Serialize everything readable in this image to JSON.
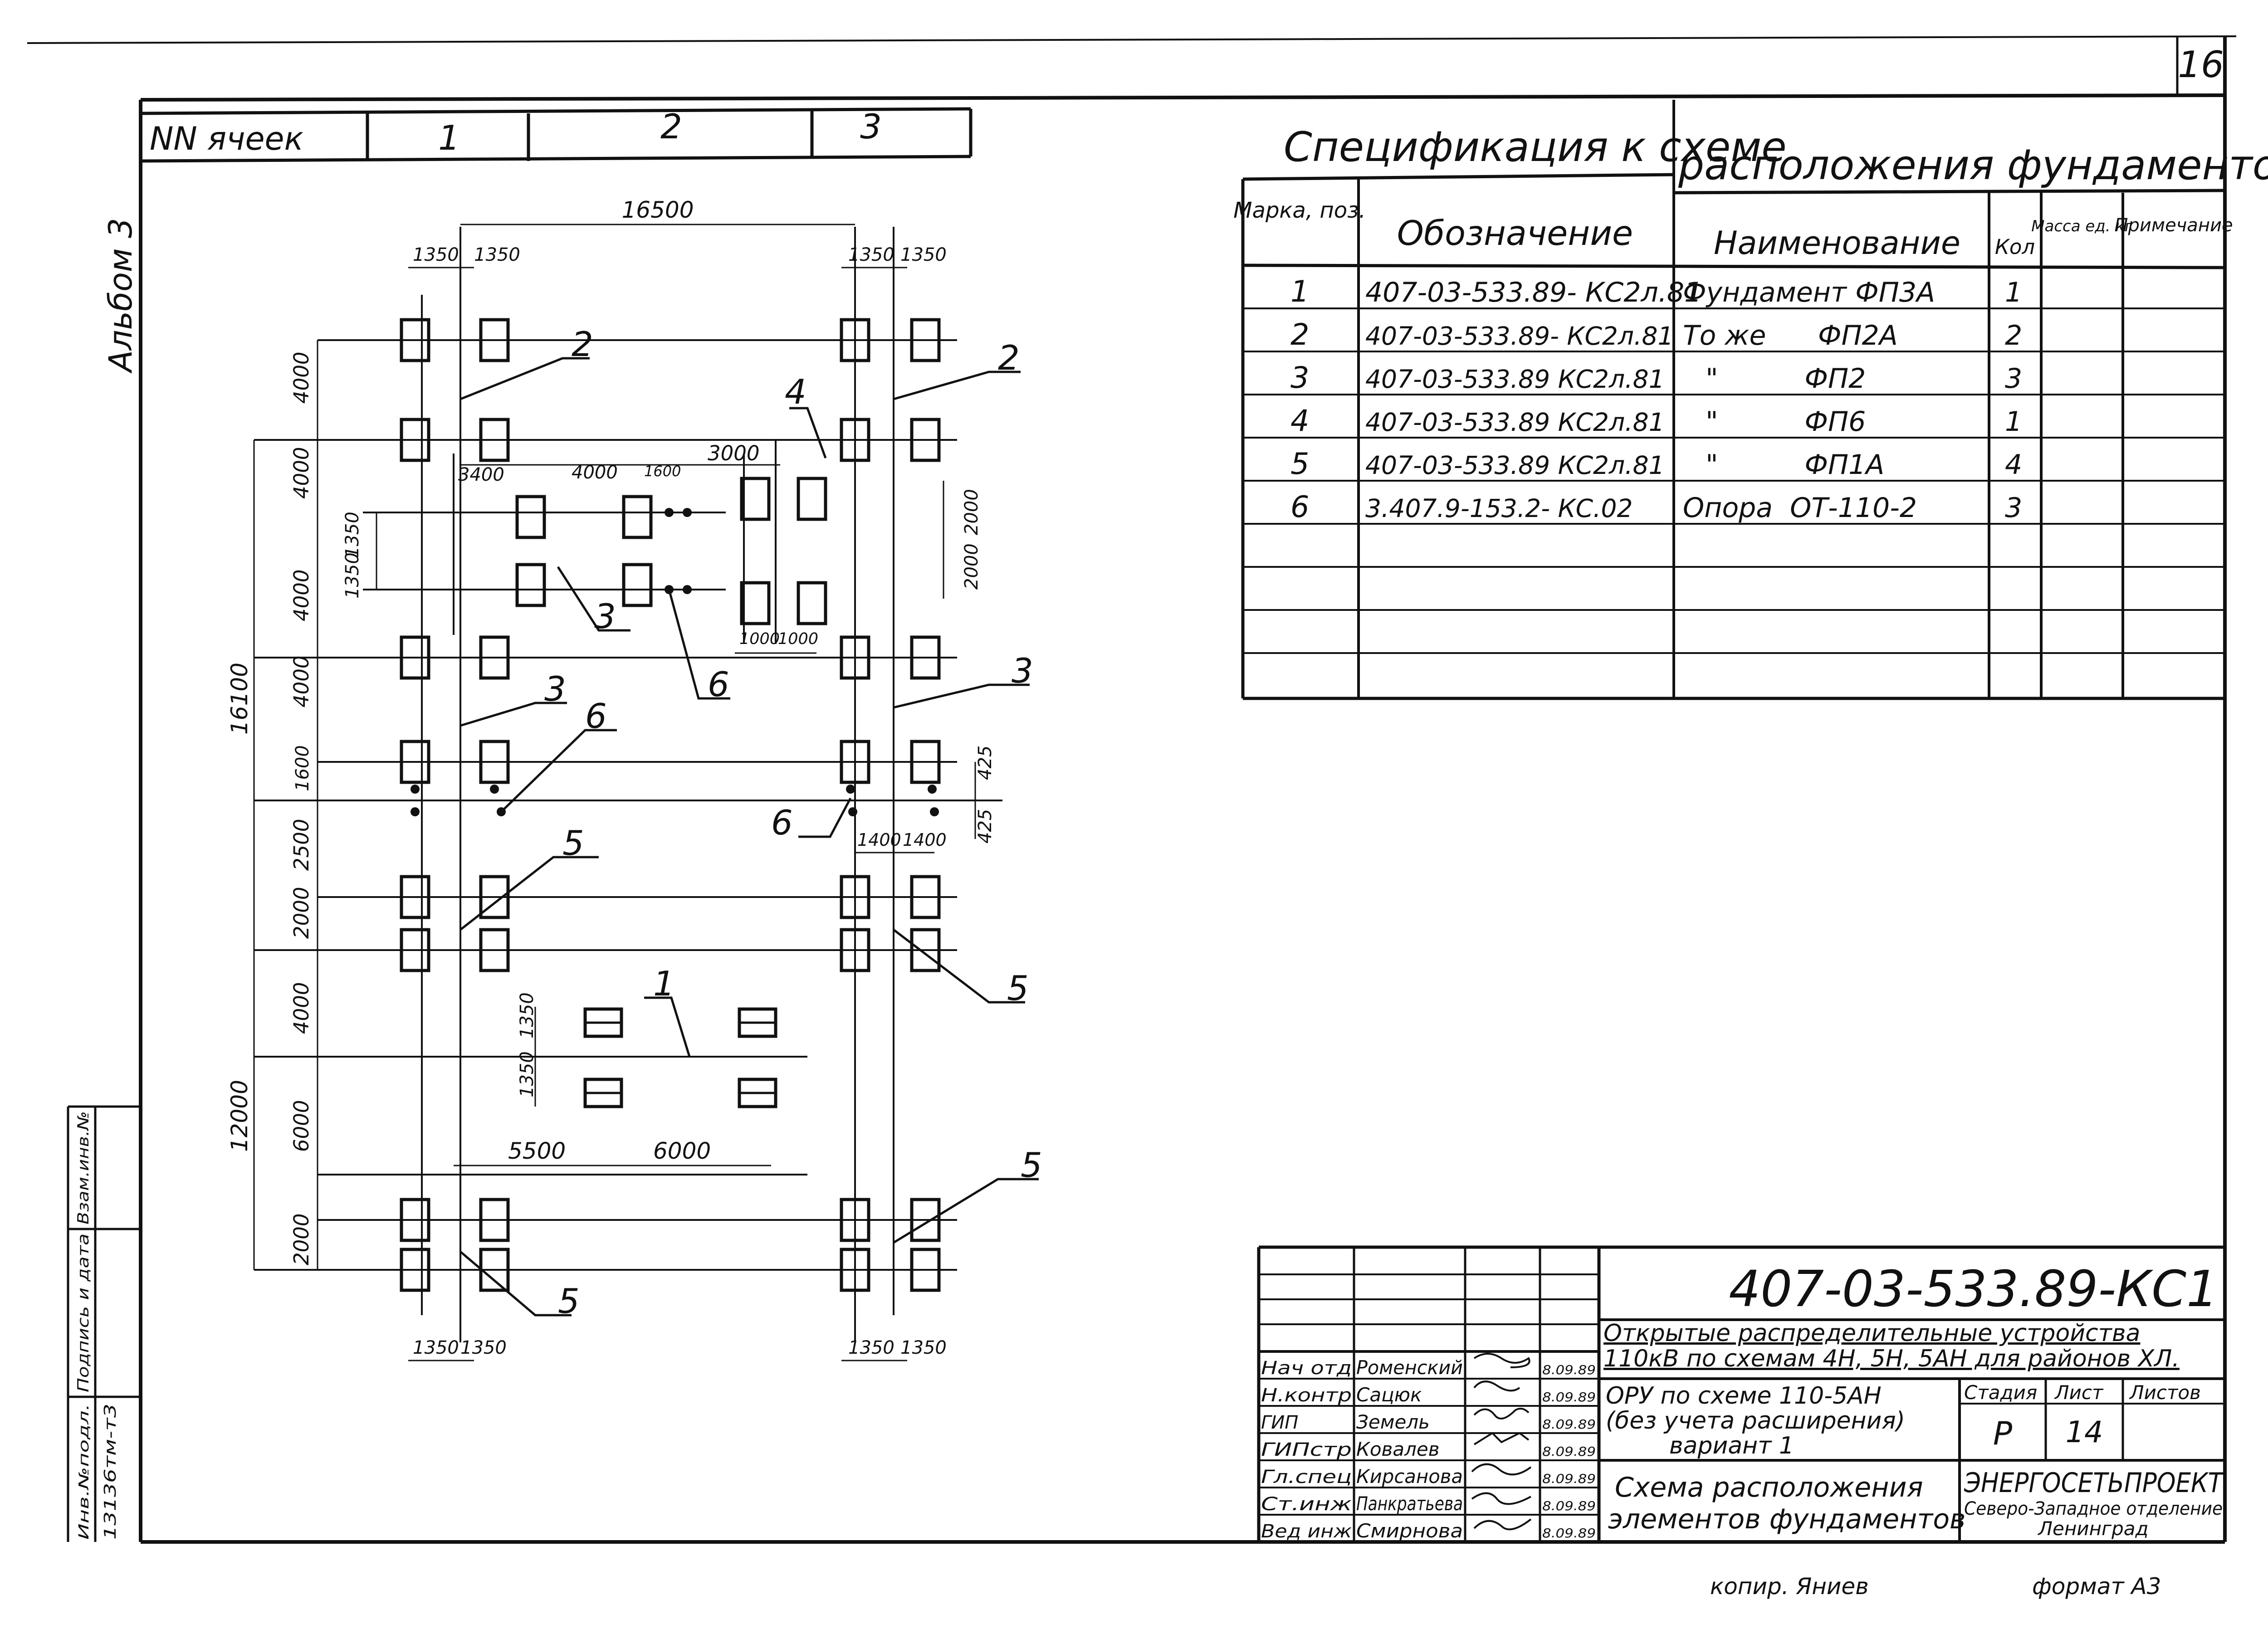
{
  "sheet_number": "16",
  "album_label": "Альбом 3",
  "cells_header": {
    "label": "NN ячеек",
    "cells": [
      "1",
      "2",
      "3"
    ]
  },
  "dims": {
    "top_total": "16500",
    "pair": "1350",
    "left_total_upper": "16100",
    "left_total_lower": "12000",
    "v4000": "4000",
    "v1350": "1350",
    "v1600": "1600",
    "v2500": "2500",
    "v2000": "2000",
    "v6000": "6000",
    "h3400": "3400",
    "h4000": "4000",
    "h1600": "1600",
    "h3000": "3000",
    "h1000": "1000",
    "h1400": "1400",
    "h425": "425",
    "h5500": "5500",
    "h6000": "6000"
  },
  "callouts": [
    "1",
    "2",
    "3",
    "4",
    "5",
    "6"
  ],
  "spec": {
    "title_left": "Спецификация к схеме",
    "title_right": "расположения фундаментов",
    "headers": [
      "Марка, поз.",
      "Обозначение",
      "Наименование",
      "Кол",
      "Масса ед. кг",
      "Примечание"
    ],
    "rows": [
      [
        "1",
        "407-03-533.89- КС2л.81",
        "Фундамент ФП3А",
        "1",
        "",
        ""
      ],
      [
        "2",
        "407-03-533.89- КС2л.81",
        "То же      ФП2А",
        "2",
        "",
        ""
      ],
      [
        "3",
        "407-03-533.89 КС2л.81",
        "\"          ФП2",
        "3",
        "",
        ""
      ],
      [
        "4",
        "407-03-533.89 КС2л.81",
        "\"          ФП6",
        "1",
        "",
        ""
      ],
      [
        "5",
        "407-03-533.89 КС2л.81",
        "\"          ФП1А",
        "4",
        "",
        ""
      ],
      [
        "6",
        "3.407.9-153.2- КС.02",
        "Опора  ОТ-110-2",
        "3",
        "",
        ""
      ]
    ]
  },
  "title_block": {
    "code": "407-03-533.89-КС1",
    "project": "Открытые распределительные устройства 110кВ по схемам 4Н, 5Н, 5АН для районов ХЛ.",
    "ory": [
      "ОРУ по схеме 110-5АН",
      "(без учета расширения)",
      "вариант 1"
    ],
    "drawing": [
      "Схема расположения",
      "элементов фундаментов"
    ],
    "stage_header": [
      "Стадия",
      "Лист",
      "Листов"
    ],
    "stage": "Р",
    "sheet": "14",
    "sheets": "",
    "org": [
      "ЭНЕРГОСЕТЬПРОЕКТ",
      "Северо-Западное отделение",
      "Ленинград"
    ],
    "signers": [
      {
        "role": "Нач отд",
        "name": "Роменский",
        "date": "8.09.89"
      },
      {
        "role": "Н.контр",
        "name": "Сацюк",
        "date": "8.09.89"
      },
      {
        "role": "ГИП",
        "name": "Земель",
        "date": "8.09.89"
      },
      {
        "role": "ГИПстр",
        "name": "Ковалев",
        "date": "8.09.89"
      },
      {
        "role": "Гл.спец",
        "name": "Кирсанова",
        "date": "8.09.89"
      },
      {
        "role": "Ст.инж",
        "name": "Панкратьева",
        "date": "8.09.89"
      },
      {
        "role": "Вед инж",
        "name": "Смирнова",
        "date": "8.09.89"
      }
    ]
  },
  "side_stamp": {
    "labels": [
      "Взам.инв.№",
      "Подпись и дата",
      "Инв.№подл."
    ],
    "inv_number": "13136тм-т3"
  },
  "footer": {
    "copy": "копир. Яниев",
    "format": "формат А3"
  }
}
